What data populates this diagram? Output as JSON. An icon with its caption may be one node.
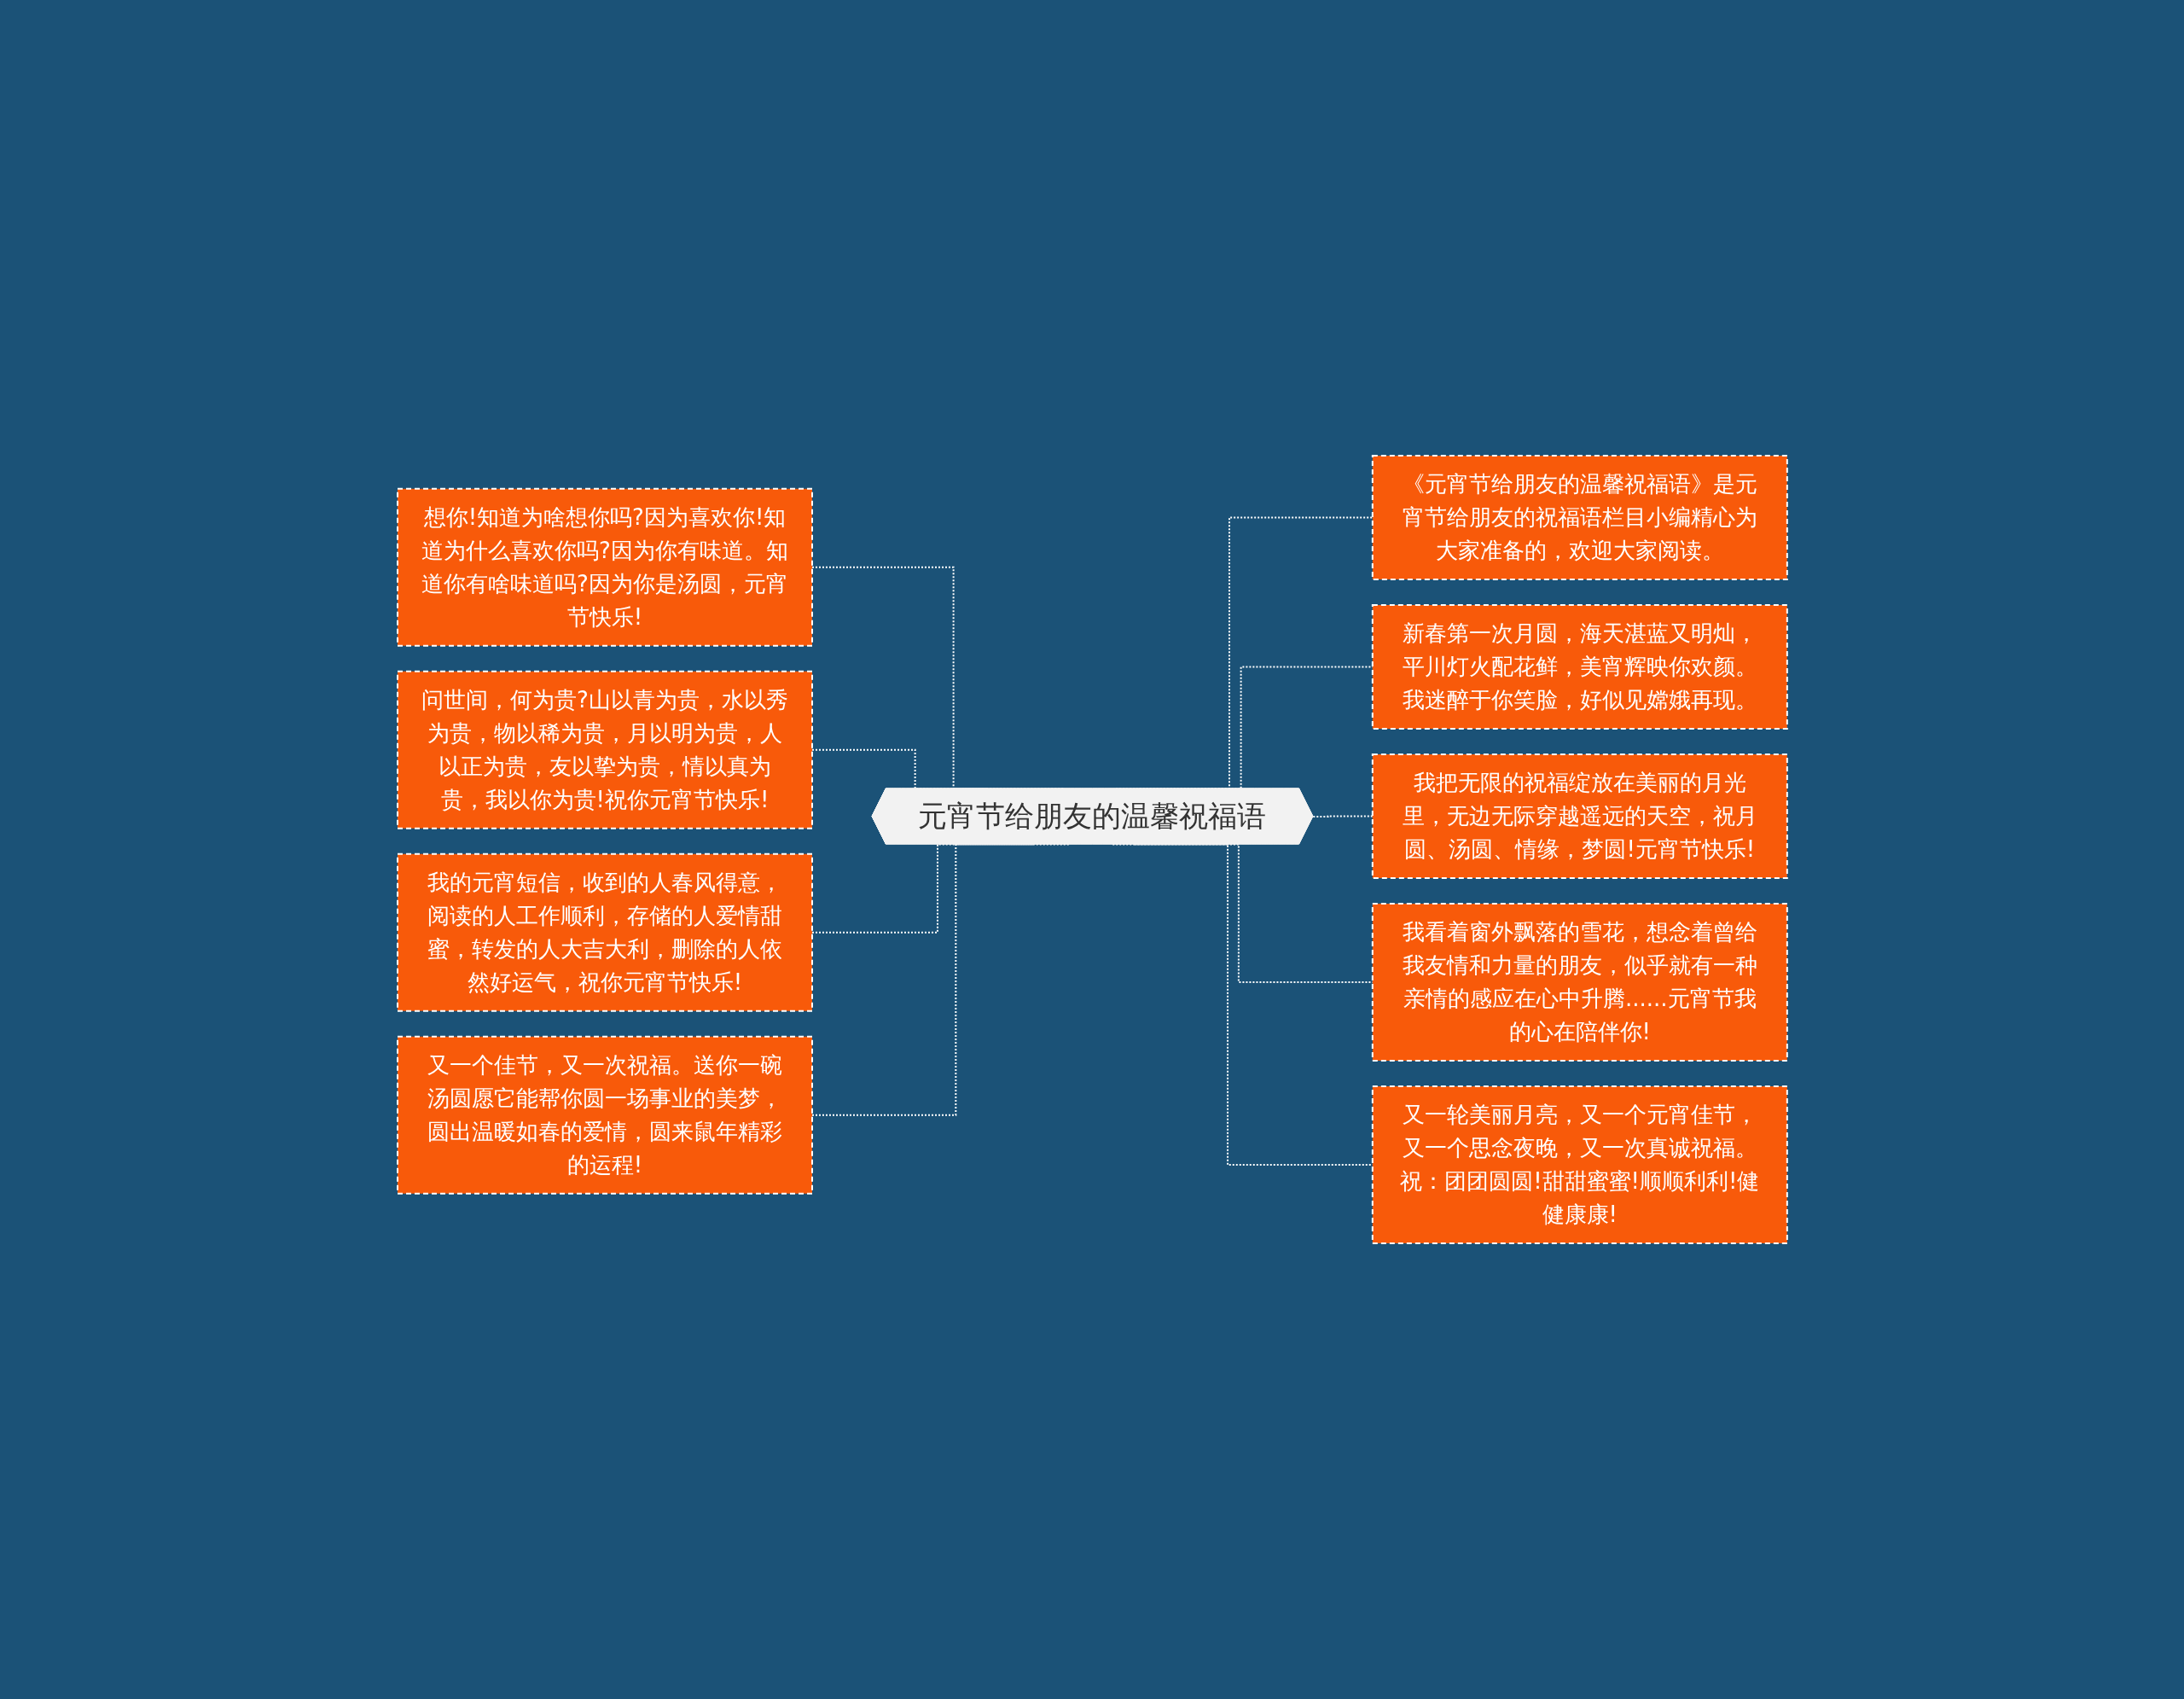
{
  "diagram": {
    "nodes": [
      {
        "text": [
          "元宵节给朋友的温馨祝福语"
        ]
      },
      {
        "text": [
          "想你!知道为啥想你吗?因为喜欢你!知道为什么喜欢你吗?因为你有味道。知道你有啥味道吗?因为你是汤圆，元宵节快乐!"
        ]
      },
      {
        "text": [
          "问世间，何为贵?山以青为贵，水以秀为贵，物以稀为贵，月以明为贵，人以正为贵，友以挚为贵，情以真为贵，我以你为贵!祝你元宵节快乐!"
        ]
      },
      {
        "text": [
          "我的元宵短信，收到的人春风得意，阅读的人工作顺利，存储的人爱情甜蜜，转发的人大吉大利，删除的人依然好运气，祝你元宵节快乐!"
        ]
      },
      {
        "text": [
          "又一个佳节，又一次祝福。送你一碗汤圆愿它能帮你圆一场事业的美梦，圆出温暖如春的爱情，圆来鼠年精彩的运程!"
        ]
      },
      {
        "text": [
          "《元宵节给朋友的温馨祝福语》是元宵节给朋友的祝福语栏目小编精心为大家准备的，欢迎大家阅读。"
        ]
      },
      {
        "text": [
          "新春第一次月圆，海天湛蓝又明灿，平川灯火配花鲜，美宵辉映你欢颜。我迷醉于你笑脸，好似见嫦娥再现。"
        ]
      },
      {
        "text": [
          "我把无限的祝福绽放在美丽的月光里，无边无际穿越遥远的天空，祝月圆、汤圆、情缘，梦圆!元宵节快乐!"
        ]
      },
      {
        "text": [
          "我看着窗外飘落的雪花，想念着曾给我友情和力量的朋友，似乎就有一种亲情的感应在心中升腾......元宵节我的心在陪伴你!"
        ]
      },
      {
        "text": [
          "又一轮美丽月亮，又一个元宵佳节，又一个思念夜晚，又一次真诚祝福。祝：团团圆圆!甜甜蜜蜜!顺顺利利!健健康康!"
        ]
      }
    ],
    "edges": [
      {
        "from": 0,
        "to": 1,
        "arrow": "none",
        "style": "dashed"
      },
      {
        "from": 0,
        "to": 2,
        "arrow": "none",
        "style": "dashed"
      },
      {
        "from": 0,
        "to": 3,
        "arrow": "none",
        "style": "dashed"
      },
      {
        "from": 0,
        "to": 4,
        "arrow": "none",
        "style": "dashed"
      },
      {
        "from": 0,
        "to": 5,
        "arrow": "none",
        "style": "dashed"
      },
      {
        "from": 0,
        "to": 6,
        "arrow": "none",
        "style": "dashed"
      },
      {
        "from": 0,
        "to": 7,
        "arrow": "none",
        "style": "dashed"
      },
      {
        "from": 0,
        "to": 8,
        "arrow": "none",
        "style": "dashed"
      },
      {
        "from": 0,
        "to": 9,
        "arrow": "none",
        "style": "dashed"
      }
    ]
  }
}
